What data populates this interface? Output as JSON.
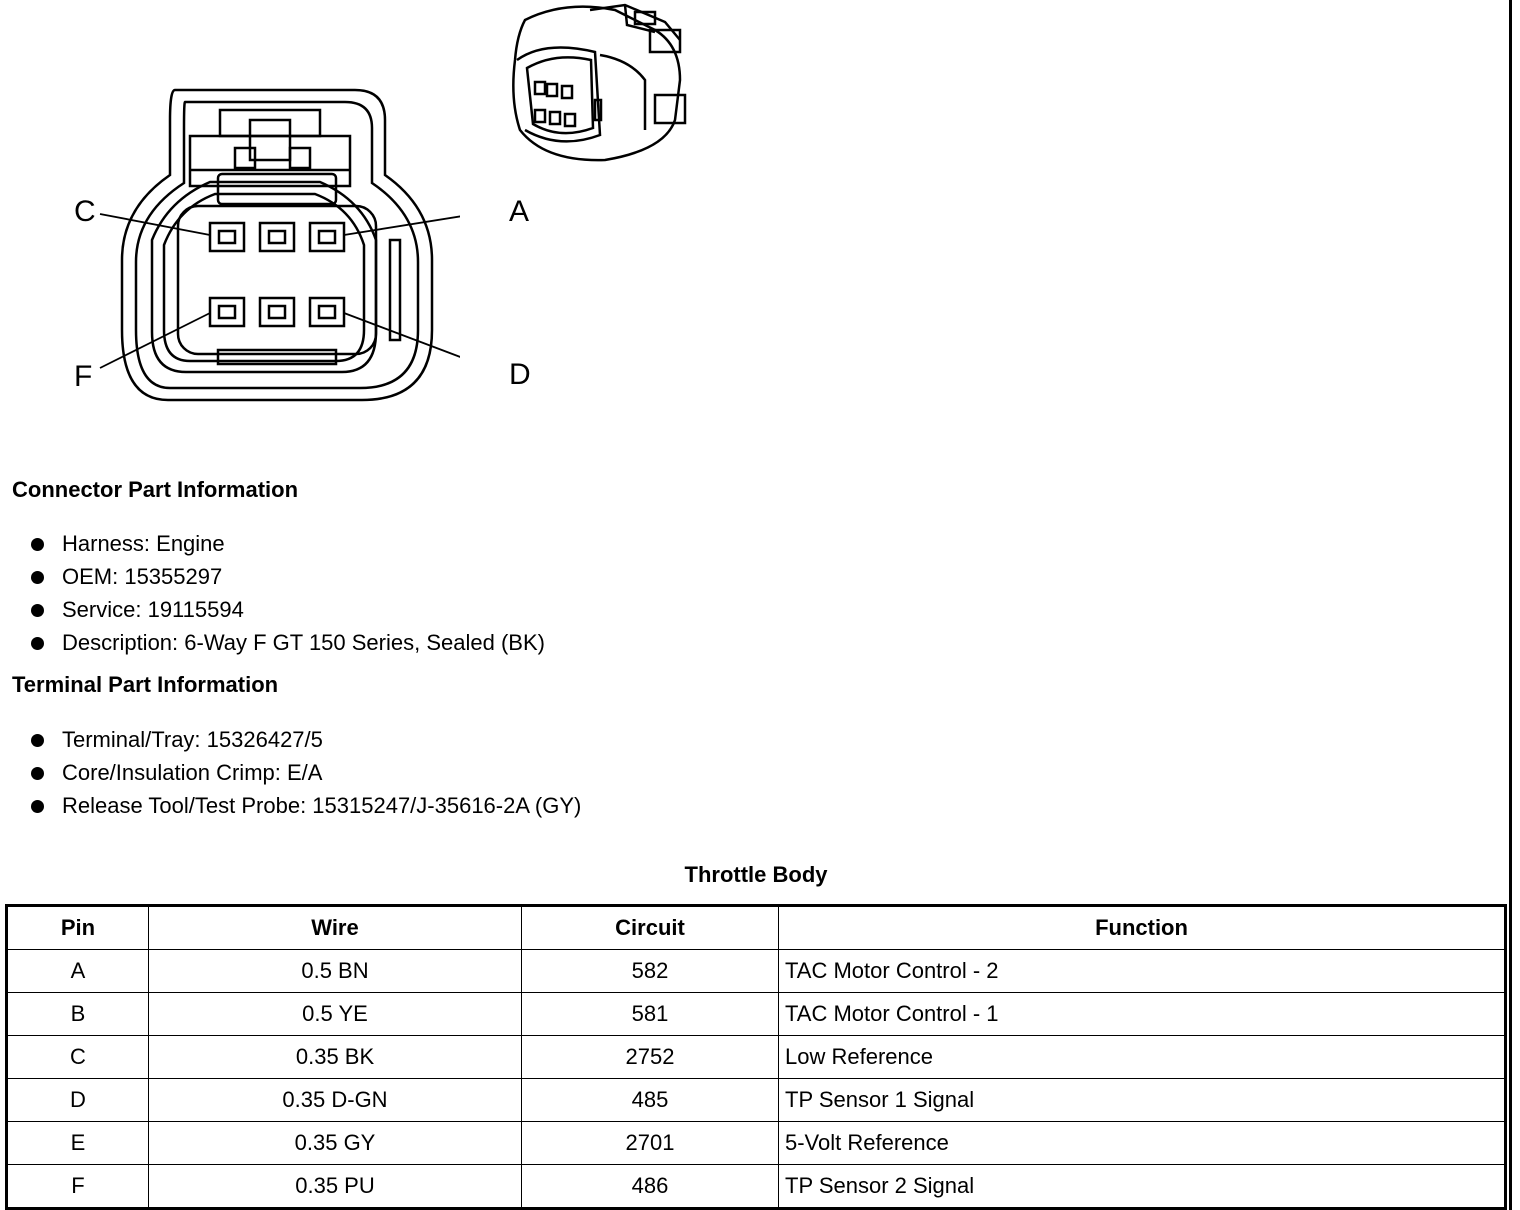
{
  "connector": {
    "pin_labels": {
      "c": "C",
      "a": "A",
      "f": "F",
      "d": "D"
    }
  },
  "connector_info": {
    "heading": "Connector Part Information",
    "items": [
      "Harness: Engine",
      "OEM: 15355297",
      "Service: 19115594",
      "Description: 6-Way F GT 150 Series, Sealed (BK)"
    ]
  },
  "terminal_info": {
    "heading": "Terminal Part Information",
    "items": [
      "Terminal/Tray: 15326427/5",
      "Core/Insulation Crimp: E/A",
      "Release Tool/Test Probe: 15315247/J-35616-2A (GY)"
    ]
  },
  "table": {
    "title": "Throttle Body",
    "headers": [
      "Pin",
      "Wire",
      "Circuit",
      "Function"
    ],
    "rows": [
      [
        "A",
        "0.5 BN",
        "582",
        "TAC Motor Control - 2"
      ],
      [
        "B",
        "0.5 YE",
        "581",
        "TAC Motor Control - 1"
      ],
      [
        "C",
        "0.35 BK",
        "2752",
        "Low Reference"
      ],
      [
        "D",
        "0.35 D-GN",
        "485",
        "TP Sensor 1 Signal"
      ],
      [
        "E",
        "0.35 GY",
        "2701",
        "5-Volt Reference"
      ],
      [
        "F",
        "0.35 PU",
        "486",
        "TP Sensor 2 Signal"
      ]
    ]
  }
}
